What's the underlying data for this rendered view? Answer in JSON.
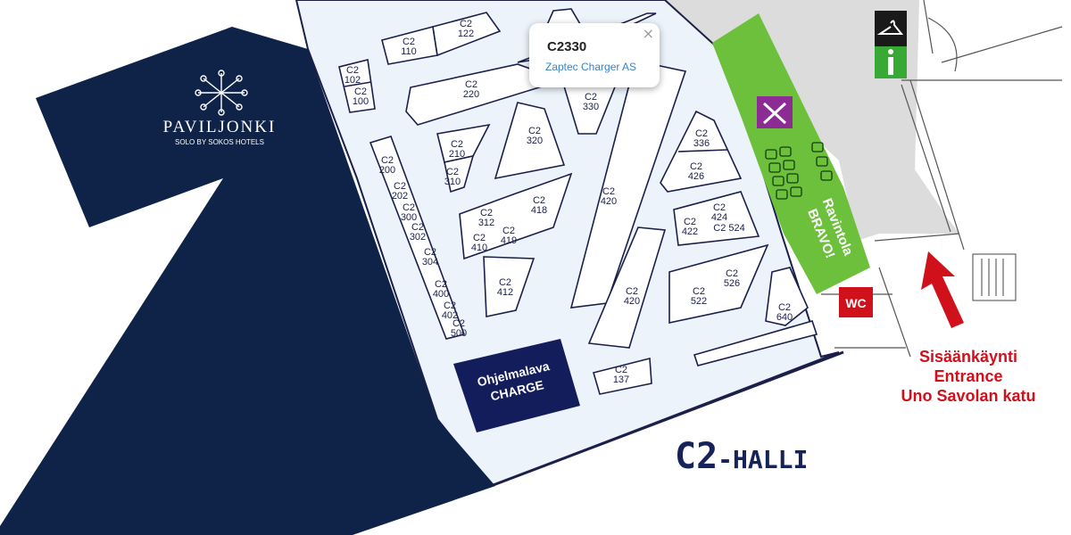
{
  "brand": {
    "name": "PAVILJONKI",
    "tagline": "SOLO BY SOKOS HOTELS"
  },
  "hall": {
    "code": "C2",
    "suffix": "-HALLI"
  },
  "popup": {
    "booth": "C2330",
    "exhibitor": "Zaptec Charger AS",
    "close": "×"
  },
  "stage": {
    "line1": "Ohjelmalava",
    "line2": "CHARGE"
  },
  "restaurant": {
    "line1": "Ravintola",
    "line2": "BRAVO!"
  },
  "wc": "WC",
  "entrance": {
    "line1": "Sisäänkäynti",
    "line2": "Entrance",
    "line3": "Uno Savolan katu"
  },
  "booths": {
    "b110": [
      "C2",
      "110"
    ],
    "b122": [
      "C2",
      "122"
    ],
    "b102": [
      "C2",
      "102"
    ],
    "b100": [
      "C2",
      "100"
    ],
    "b220": [
      "C2",
      "220"
    ],
    "b330": [
      "C2",
      "330"
    ],
    "b200": [
      "C2",
      "200"
    ],
    "b202": [
      "C2",
      "202"
    ],
    "b300": [
      "C2",
      "300"
    ],
    "b302": [
      "C2",
      "302"
    ],
    "b304": [
      "C2",
      "304"
    ],
    "b400": [
      "C2",
      "400"
    ],
    "b402": [
      "C2",
      "402"
    ],
    "b500": [
      "C2",
      "500"
    ],
    "b210": [
      "C2",
      "210"
    ],
    "b310": [
      "C2",
      "310"
    ],
    "b320": [
      "C2",
      "320"
    ],
    "b312": [
      "C2",
      "312"
    ],
    "b410": [
      "C2",
      "410"
    ],
    "b419": [
      "C2",
      "419"
    ],
    "b418": [
      "C2",
      "418"
    ],
    "b412": [
      "C2",
      "412"
    ],
    "b420a": [
      "C2",
      "420"
    ],
    "b420b": [
      "C2",
      "420"
    ],
    "b336": [
      "C2",
      "336"
    ],
    "b426": [
      "C2",
      "426"
    ],
    "b422": [
      "C2",
      "422"
    ],
    "b424": [
      "C2",
      "424"
    ],
    "b524": [
      "C2 524"
    ],
    "b522": [
      "C2",
      "522"
    ],
    "b526": [
      "C2",
      "526"
    ],
    "b640": [
      "C2",
      "640"
    ],
    "b137": [
      "C2",
      "137"
    ]
  },
  "colors": {
    "navy": "#0f2248",
    "hallFill": "#ecf3fa",
    "green": "#6cc03b",
    "purple": "#8b2b93",
    "red": "#d0101a",
    "gray": "#dddddd"
  }
}
